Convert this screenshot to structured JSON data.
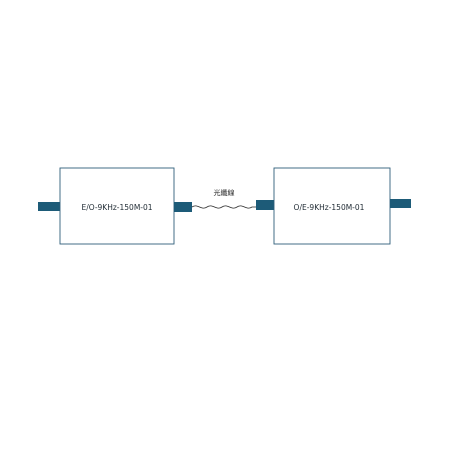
{
  "diagram": {
    "transmitter": {
      "label": "E/O-9KHz-150M-01"
    },
    "receiver": {
      "label": "O/E-9KHz-150M-01"
    },
    "fiber": {
      "label": "光纖線"
    },
    "colors": {
      "connector": "#1d5b78",
      "box_border": "#2f5f7a",
      "box_fill": "#ffffff",
      "fiber_line": "#2a2a2a"
    }
  }
}
